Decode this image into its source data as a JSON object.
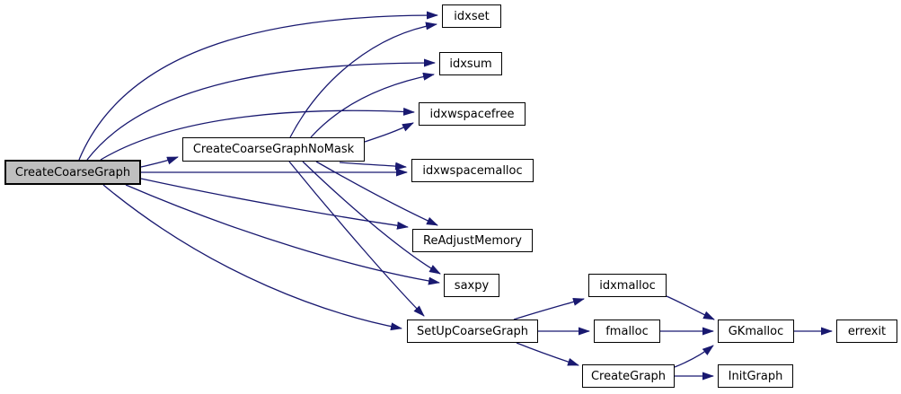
{
  "diagram": {
    "type": "doxygen-call-graph",
    "colors": {
      "edge": "#191970",
      "node_fill": "#ffffff",
      "node_border": "#000000",
      "highlight_fill": "#bfbfbf",
      "text": "#000000",
      "background": "#ffffff"
    },
    "nodes": [
      {
        "id": "CreateCoarseGraph",
        "label": "CreateCoarseGraph",
        "highlighted": true
      },
      {
        "id": "CreateCoarseGraphNoMask",
        "label": "CreateCoarseGraphNoMask",
        "highlighted": false
      },
      {
        "id": "idxset",
        "label": "idxset",
        "highlighted": false
      },
      {
        "id": "idxsum",
        "label": "idxsum",
        "highlighted": false
      },
      {
        "id": "idxwspacefree",
        "label": "idxwspacefree",
        "highlighted": false
      },
      {
        "id": "idxwspacemalloc",
        "label": "idxwspacemalloc",
        "highlighted": false
      },
      {
        "id": "ReAdjustMemory",
        "label": "ReAdjustMemory",
        "highlighted": false
      },
      {
        "id": "saxpy",
        "label": "saxpy",
        "highlighted": false
      },
      {
        "id": "SetUpCoarseGraph",
        "label": "SetUpCoarseGraph",
        "highlighted": false
      },
      {
        "id": "idxmalloc",
        "label": "idxmalloc",
        "highlighted": false
      },
      {
        "id": "fmalloc",
        "label": "fmalloc",
        "highlighted": false
      },
      {
        "id": "CreateGraph",
        "label": "CreateGraph",
        "highlighted": false
      },
      {
        "id": "GKmalloc",
        "label": "GKmalloc",
        "highlighted": false
      },
      {
        "id": "errexit",
        "label": "errexit",
        "highlighted": false
      },
      {
        "id": "InitGraph",
        "label": "InitGraph",
        "highlighted": false
      }
    ],
    "edges": [
      {
        "from": "CreateCoarseGraph",
        "to": "CreateCoarseGraphNoMask"
      },
      {
        "from": "CreateCoarseGraph",
        "to": "idxset"
      },
      {
        "from": "CreateCoarseGraph",
        "to": "idxsum"
      },
      {
        "from": "CreateCoarseGraph",
        "to": "idxwspacefree"
      },
      {
        "from": "CreateCoarseGraph",
        "to": "idxwspacemalloc"
      },
      {
        "from": "CreateCoarseGraph",
        "to": "ReAdjustMemory"
      },
      {
        "from": "CreateCoarseGraph",
        "to": "saxpy"
      },
      {
        "from": "CreateCoarseGraph",
        "to": "SetUpCoarseGraph"
      },
      {
        "from": "CreateCoarseGraphNoMask",
        "to": "idxset"
      },
      {
        "from": "CreateCoarseGraphNoMask",
        "to": "idxsum"
      },
      {
        "from": "CreateCoarseGraphNoMask",
        "to": "idxwspacefree"
      },
      {
        "from": "CreateCoarseGraphNoMask",
        "to": "idxwspacemalloc"
      },
      {
        "from": "CreateCoarseGraphNoMask",
        "to": "ReAdjustMemory"
      },
      {
        "from": "CreateCoarseGraphNoMask",
        "to": "saxpy"
      },
      {
        "from": "CreateCoarseGraphNoMask",
        "to": "SetUpCoarseGraph"
      },
      {
        "from": "SetUpCoarseGraph",
        "to": "idxmalloc"
      },
      {
        "from": "SetUpCoarseGraph",
        "to": "fmalloc"
      },
      {
        "from": "SetUpCoarseGraph",
        "to": "CreateGraph"
      },
      {
        "from": "idxmalloc",
        "to": "GKmalloc"
      },
      {
        "from": "fmalloc",
        "to": "GKmalloc"
      },
      {
        "from": "CreateGraph",
        "to": "GKmalloc"
      },
      {
        "from": "CreateGraph",
        "to": "InitGraph"
      },
      {
        "from": "GKmalloc",
        "to": "errexit"
      }
    ]
  }
}
